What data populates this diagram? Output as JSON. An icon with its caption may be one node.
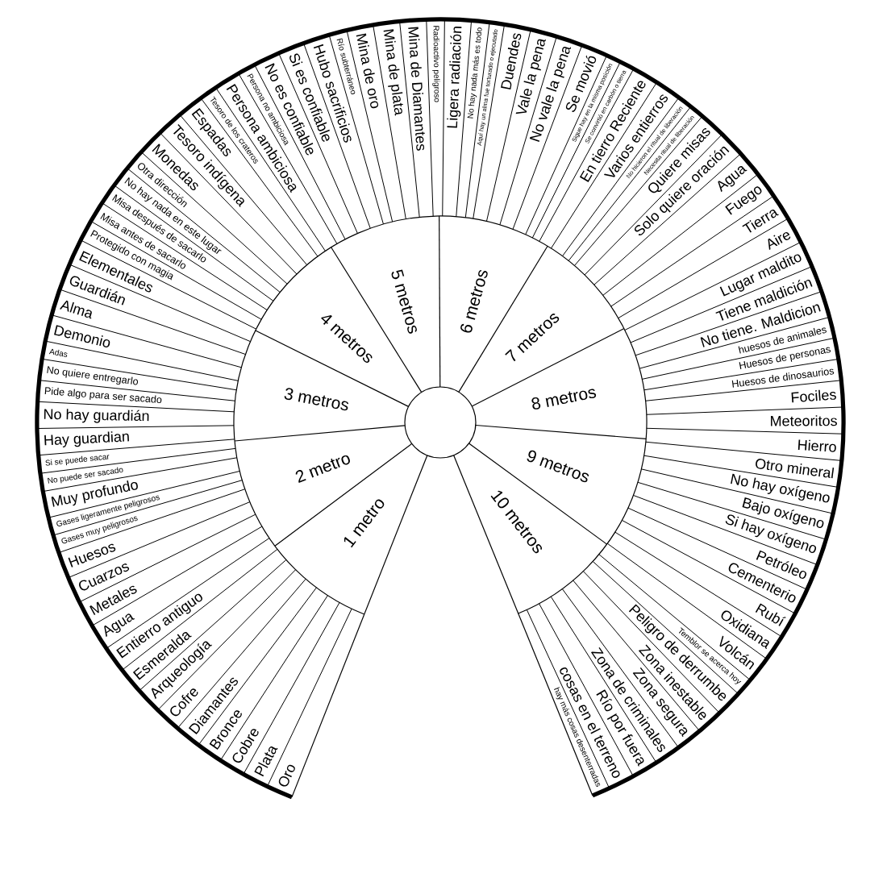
{
  "diagram": {
    "labels": [
      "1 metro",
      "2 metro",
      "3 metros",
      "4 metros",
      "5 metros",
      "6 metros",
      "7 metros",
      "8 metros",
      "9 metros",
      "10 metros",
      "Oro",
      "Plata",
      "Cobre",
      "Bronce",
      "Diamantes",
      "Cofre",
      "Arqueología",
      "Esmeralda",
      "Entierro antiguo",
      "Agua",
      "Metales",
      "Cuarzos",
      "Huesos",
      "Gases muy peligrosos",
      "Gases ligeramente peligrosos",
      "Muy profundo",
      "No puede ser sacado",
      "Si se puede sacar",
      "Hay guardian",
      "No hay guardián",
      "Pide algo para ser sacado",
      "No quiere entregarlo",
      "Adas",
      "Demonio",
      "Alma",
      "Guardián",
      "Elementales",
      "Protegido con magia",
      "Misa antes de sacarlo",
      "Misa después de sacarlo",
      "No hay nada en este lugar",
      "Otra dirección",
      "Monedas",
      "Tesoro indígena",
      "Espadas",
      "Tesoro de los crateros",
      "Persona ambiciosa",
      "Persona no ambiciosa",
      "No es confiable",
      "Si es confiable",
      "Hubo sacrificios",
      "Río subterráneo",
      "Mina de oro",
      "Mina de plata",
      "Mina de Diamantes",
      "Radioactivo peligroso",
      "Ligera radiación",
      "No hay nada más es todo",
      "Aquí hay un alma fue torturado o ejecutado",
      "Duendes",
      "Vale la pena",
      "No vale la pena",
      "Se movió",
      "Sigue hay en la misma posición",
      "Se convirtió en carbón o tierra",
      "En tierro Reciente",
      "Varios entierros",
      "No hicieron el ritual de liberación",
      "Necesita ritual de liberación",
      "Quiere misas",
      "Solo quiere oración",
      "Agua",
      "Fuego",
      "Tierra",
      "Aire",
      "Lugar maldito",
      "Tiene maldición",
      "No tiene. Maldicion",
      "huesos de animales",
      "Huesos de personas",
      "Huesos de dinosaurios",
      "Fociles",
      "Meteoritos",
      "Hierro",
      "Otro mineral",
      "No hay oxígeno",
      "Bajo oxígeno",
      "Si hay oxígeno",
      "Petróleo",
      "Cementerio",
      "Rubí",
      "Oxidiana",
      "Volcán",
      "Temblor se acerca hoy",
      "Peligro de derrumbe",
      "Zona inestable",
      "Zona segura",
      "Zona de criminales",
      "Río por fuera",
      "cosas en el terreno",
      "hay más cosas desenterradas"
    ]
  }
}
